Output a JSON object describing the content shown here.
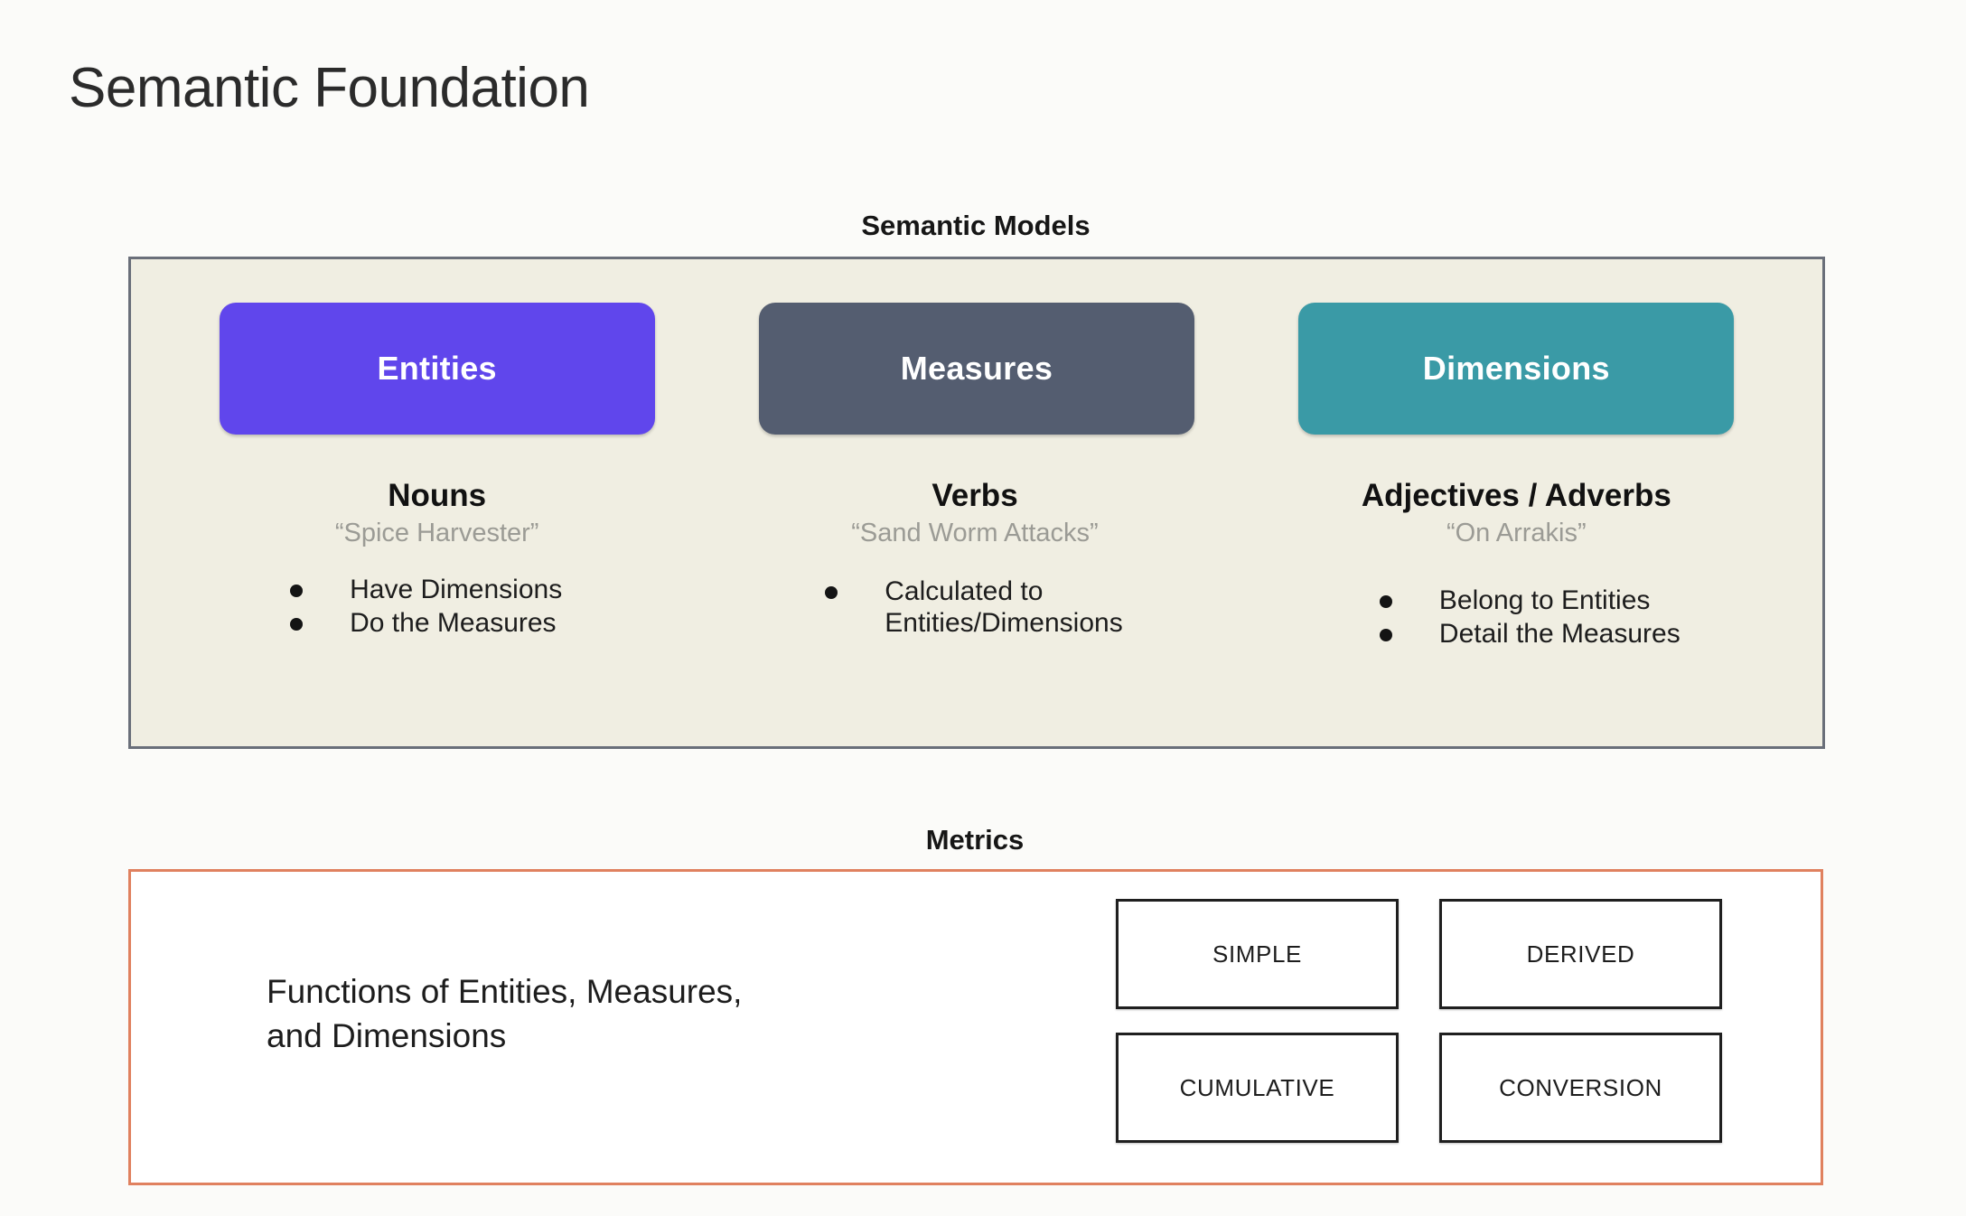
{
  "page": {
    "title": "Semantic Foundation",
    "background_color": "#fbfbf9"
  },
  "semantic_models": {
    "header": "Semantic Models",
    "panel_background": "#f0eee2",
    "panel_border_color": "#6a6f7a",
    "columns": [
      {
        "pill_label": "Entities",
        "pill_color": "#6046ec",
        "part_of_speech": "Nouns",
        "example": "“Spice Harvester”",
        "bullets": [
          "Have Dimensions",
          "Do the Measures"
        ]
      },
      {
        "pill_label": "Measures",
        "pill_color": "#545d70",
        "part_of_speech": "Verbs",
        "example": "“Sand Worm Attacks”",
        "bullets": [
          "Calculated to\nEntities/Dimensions"
        ]
      },
      {
        "pill_label": "Dimensions",
        "pill_color": "#3a9aa6",
        "part_of_speech": "Adjectives / Adverbs",
        "example": "“On Arrakis”",
        "bullets": [
          "Belong to Entities",
          "Detail the Measures"
        ]
      }
    ]
  },
  "metrics": {
    "header": "Metrics",
    "panel_border_color": "#e0815f",
    "description": "Functions of Entities, Measures,\nand Dimensions",
    "types": [
      "SIMPLE",
      "DERIVED",
      "CUMULATIVE",
      "CONVERSION"
    ]
  }
}
